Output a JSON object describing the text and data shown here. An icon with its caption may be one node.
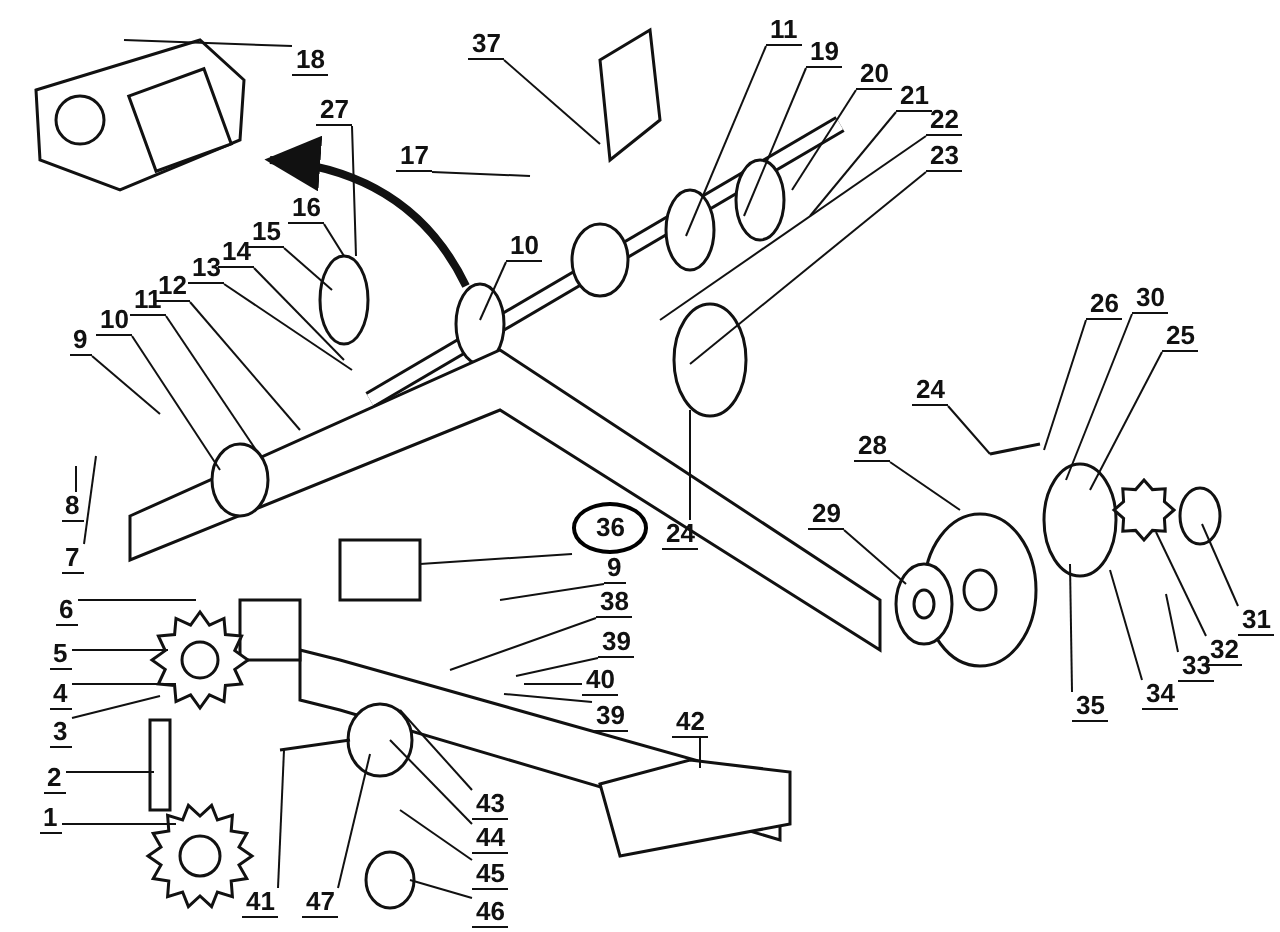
{
  "diagram": {
    "nodes": [
      {
        "text": [
          "18"
        ]
      },
      {
        "text": [
          "37"
        ]
      },
      {
        "text": [
          "11"
        ]
      },
      {
        "text": [
          "19"
        ]
      },
      {
        "text": [
          "20"
        ]
      },
      {
        "text": [
          "21"
        ]
      },
      {
        "text": [
          "27"
        ]
      },
      {
        "text": [
          "22"
        ]
      },
      {
        "text": [
          "23"
        ]
      },
      {
        "text": [
          "17"
        ]
      },
      {
        "text": [
          "16"
        ]
      },
      {
        "text": [
          "15"
        ]
      },
      {
        "text": [
          "14"
        ]
      },
      {
        "text": [
          "10"
        ]
      },
      {
        "text": [
          "13"
        ]
      },
      {
        "text": [
          "12"
        ]
      },
      {
        "text": [
          "11"
        ]
      },
      {
        "text": [
          "10"
        ]
      },
      {
        "text": [
          "9"
        ]
      },
      {
        "text": [
          "26"
        ]
      },
      {
        "text": [
          "30"
        ]
      },
      {
        "text": [
          "25"
        ]
      },
      {
        "text": [
          "24"
        ]
      },
      {
        "text": [
          "28"
        ]
      },
      {
        "text": [
          "8"
        ]
      },
      {
        "text": [
          "7"
        ]
      },
      {
        "text": [
          "29"
        ]
      },
      {
        "text": [
          "36"
        ]
      },
      {
        "text": [
          "24"
        ]
      },
      {
        "text": [
          "9"
        ]
      },
      {
        "text": [
          "6"
        ]
      },
      {
        "text": [
          "38"
        ]
      },
      {
        "text": [
          "31"
        ]
      },
      {
        "text": [
          "39"
        ]
      },
      {
        "text": [
          "32"
        ]
      },
      {
        "text": [
          "5"
        ]
      },
      {
        "text": [
          "33"
        ]
      },
      {
        "text": [
          "40"
        ]
      },
      {
        "text": [
          "34"
        ]
      },
      {
        "text": [
          "4"
        ]
      },
      {
        "text": [
          "35"
        ]
      },
      {
        "text": [
          "39"
        ]
      },
      {
        "text": [
          "42"
        ]
      },
      {
        "text": [
          "3"
        ]
      },
      {
        "text": [
          "2"
        ]
      },
      {
        "text": [
          "43"
        ]
      },
      {
        "text": [
          "1"
        ]
      },
      {
        "text": [
          "44"
        ]
      },
      {
        "text": [
          "45"
        ]
      },
      {
        "text": [
          "41"
        ]
      },
      {
        "text": [
          "47"
        ]
      },
      {
        "text": [
          "46"
        ]
      }
    ],
    "edges": [
      {
        "from": 0,
        "to": null,
        "arrow": "none"
      },
      {
        "from": 1,
        "to": null,
        "arrow": "none"
      },
      {
        "from": 2,
        "to": null,
        "arrow": "none"
      },
      {
        "from": 3,
        "to": null,
        "arrow": "none"
      },
      {
        "from": 4,
        "to": null,
        "arrow": "none"
      },
      {
        "from": 5,
        "to": null,
        "arrow": "none"
      },
      {
        "from": 6,
        "to": null,
        "arrow": "none"
      },
      {
        "from": 7,
        "to": null,
        "arrow": "none"
      },
      {
        "from": 8,
        "to": null,
        "arrow": "none"
      },
      {
        "from": 9,
        "to": null,
        "arrow": "none"
      },
      {
        "from": 10,
        "to": null,
        "arrow": "none"
      },
      {
        "from": 11,
        "to": null,
        "arrow": "none"
      },
      {
        "from": 12,
        "to": null,
        "arrow": "none"
      },
      {
        "from": 13,
        "to": null,
        "arrow": "none"
      },
      {
        "from": 14,
        "to": null,
        "arrow": "none"
      },
      {
        "from": 15,
        "to": null,
        "arrow": "none"
      },
      {
        "from": 16,
        "to": null,
        "arrow": "none"
      },
      {
        "from": 17,
        "to": null,
        "arrow": "none"
      },
      {
        "from": 18,
        "to": null,
        "arrow": "none"
      },
      {
        "from": 19,
        "to": null,
        "arrow": "none"
      },
      {
        "from": 20,
        "to": null,
        "arrow": "none"
      },
      {
        "from": 21,
        "to": null,
        "arrow": "none"
      },
      {
        "from": 22,
        "to": null,
        "arrow": "none"
      },
      {
        "from": 23,
        "to": null,
        "arrow": "none"
      },
      {
        "from": 24,
        "to": null,
        "arrow": "none"
      },
      {
        "from": 25,
        "to": null,
        "arrow": "none"
      },
      {
        "from": 26,
        "to": null,
        "arrow": "none"
      },
      {
        "from": 27,
        "to": null,
        "arrow": "none"
      },
      {
        "from": 28,
        "to": null,
        "arrow": "none"
      },
      {
        "from": 29,
        "to": null,
        "arrow": "none"
      },
      {
        "from": 30,
        "to": null,
        "arrow": "none"
      },
      {
        "from": 31,
        "to": null,
        "arrow": "none"
      },
      {
        "from": 32,
        "to": null,
        "arrow": "none"
      },
      {
        "from": 33,
        "to": null,
        "arrow": "none"
      },
      {
        "from": 34,
        "to": null,
        "arrow": "none"
      },
      {
        "from": 35,
        "to": null,
        "arrow": "none"
      },
      {
        "from": 36,
        "to": null,
        "arrow": "none"
      },
      {
        "from": 37,
        "to": null,
        "arrow": "none"
      },
      {
        "from": 38,
        "to": null,
        "arrow": "none"
      },
      {
        "from": 39,
        "to": null,
        "arrow": "none"
      },
      {
        "from": 40,
        "to": null,
        "arrow": "none"
      },
      {
        "from": 41,
        "to": null,
        "arrow": "none"
      },
      {
        "from": 42,
        "to": null,
        "arrow": "none"
      },
      {
        "from": 43,
        "to": null,
        "arrow": "none"
      },
      {
        "from": 44,
        "to": null,
        "arrow": "none"
      },
      {
        "from": 45,
        "to": null,
        "arrow": "none"
      },
      {
        "from": 46,
        "to": null,
        "arrow": "none"
      },
      {
        "from": 47,
        "to": null,
        "arrow": "none"
      },
      {
        "from": 48,
        "to": null,
        "arrow": "none"
      },
      {
        "from": 49,
        "to": null,
        "arrow": "none"
      },
      {
        "from": 50,
        "to": null,
        "arrow": "none"
      },
      {
        "from": 51,
        "to": null,
        "arrow": "none"
      }
    ]
  }
}
